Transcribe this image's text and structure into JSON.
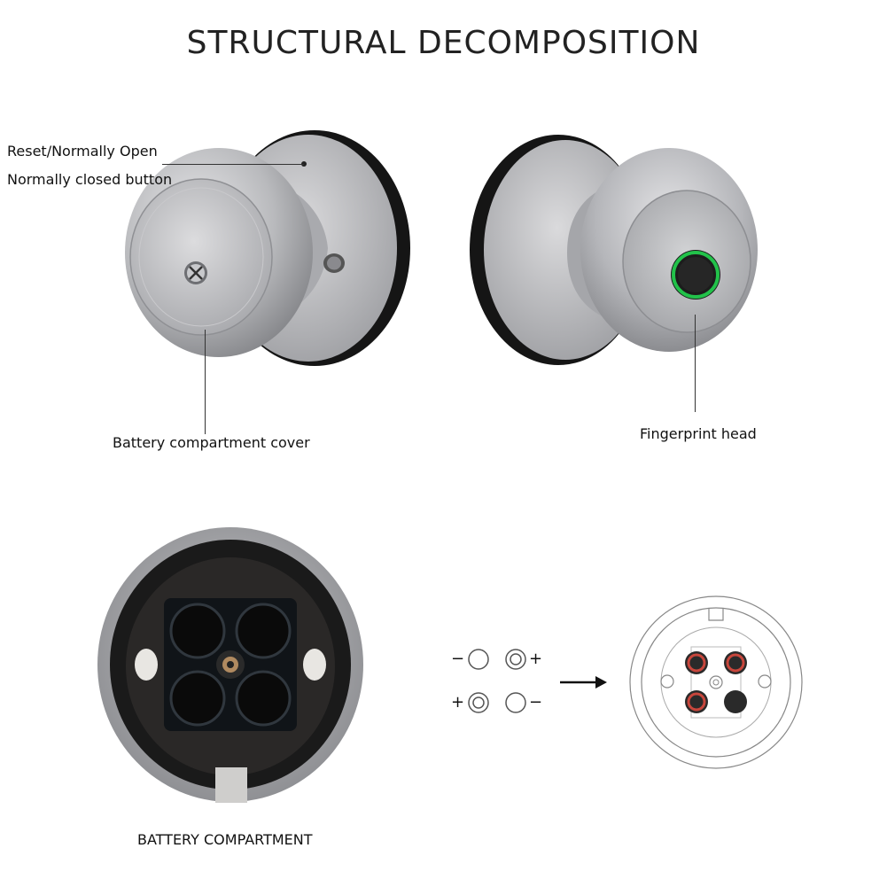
{
  "title": "STRUCTURAL DECOMPOSITION",
  "labels": {
    "reset": "Reset/Normally Open",
    "closed": "Normally closed button",
    "battery_cover": "Battery compartment cover",
    "fingerprint": "Fingerprint head",
    "battery_compartment": "BATTERY COMPARTMENT"
  },
  "polarity": {
    "tl": "−",
    "tr": "+",
    "bl": "+",
    "br": "−"
  },
  "colors": {
    "metal_light": "#d9d9db",
    "metal_dark": "#8d8e92",
    "ring_black": "#161616",
    "fingerprint_green": "#22c24a",
    "terminal_red": "#c8463c"
  }
}
